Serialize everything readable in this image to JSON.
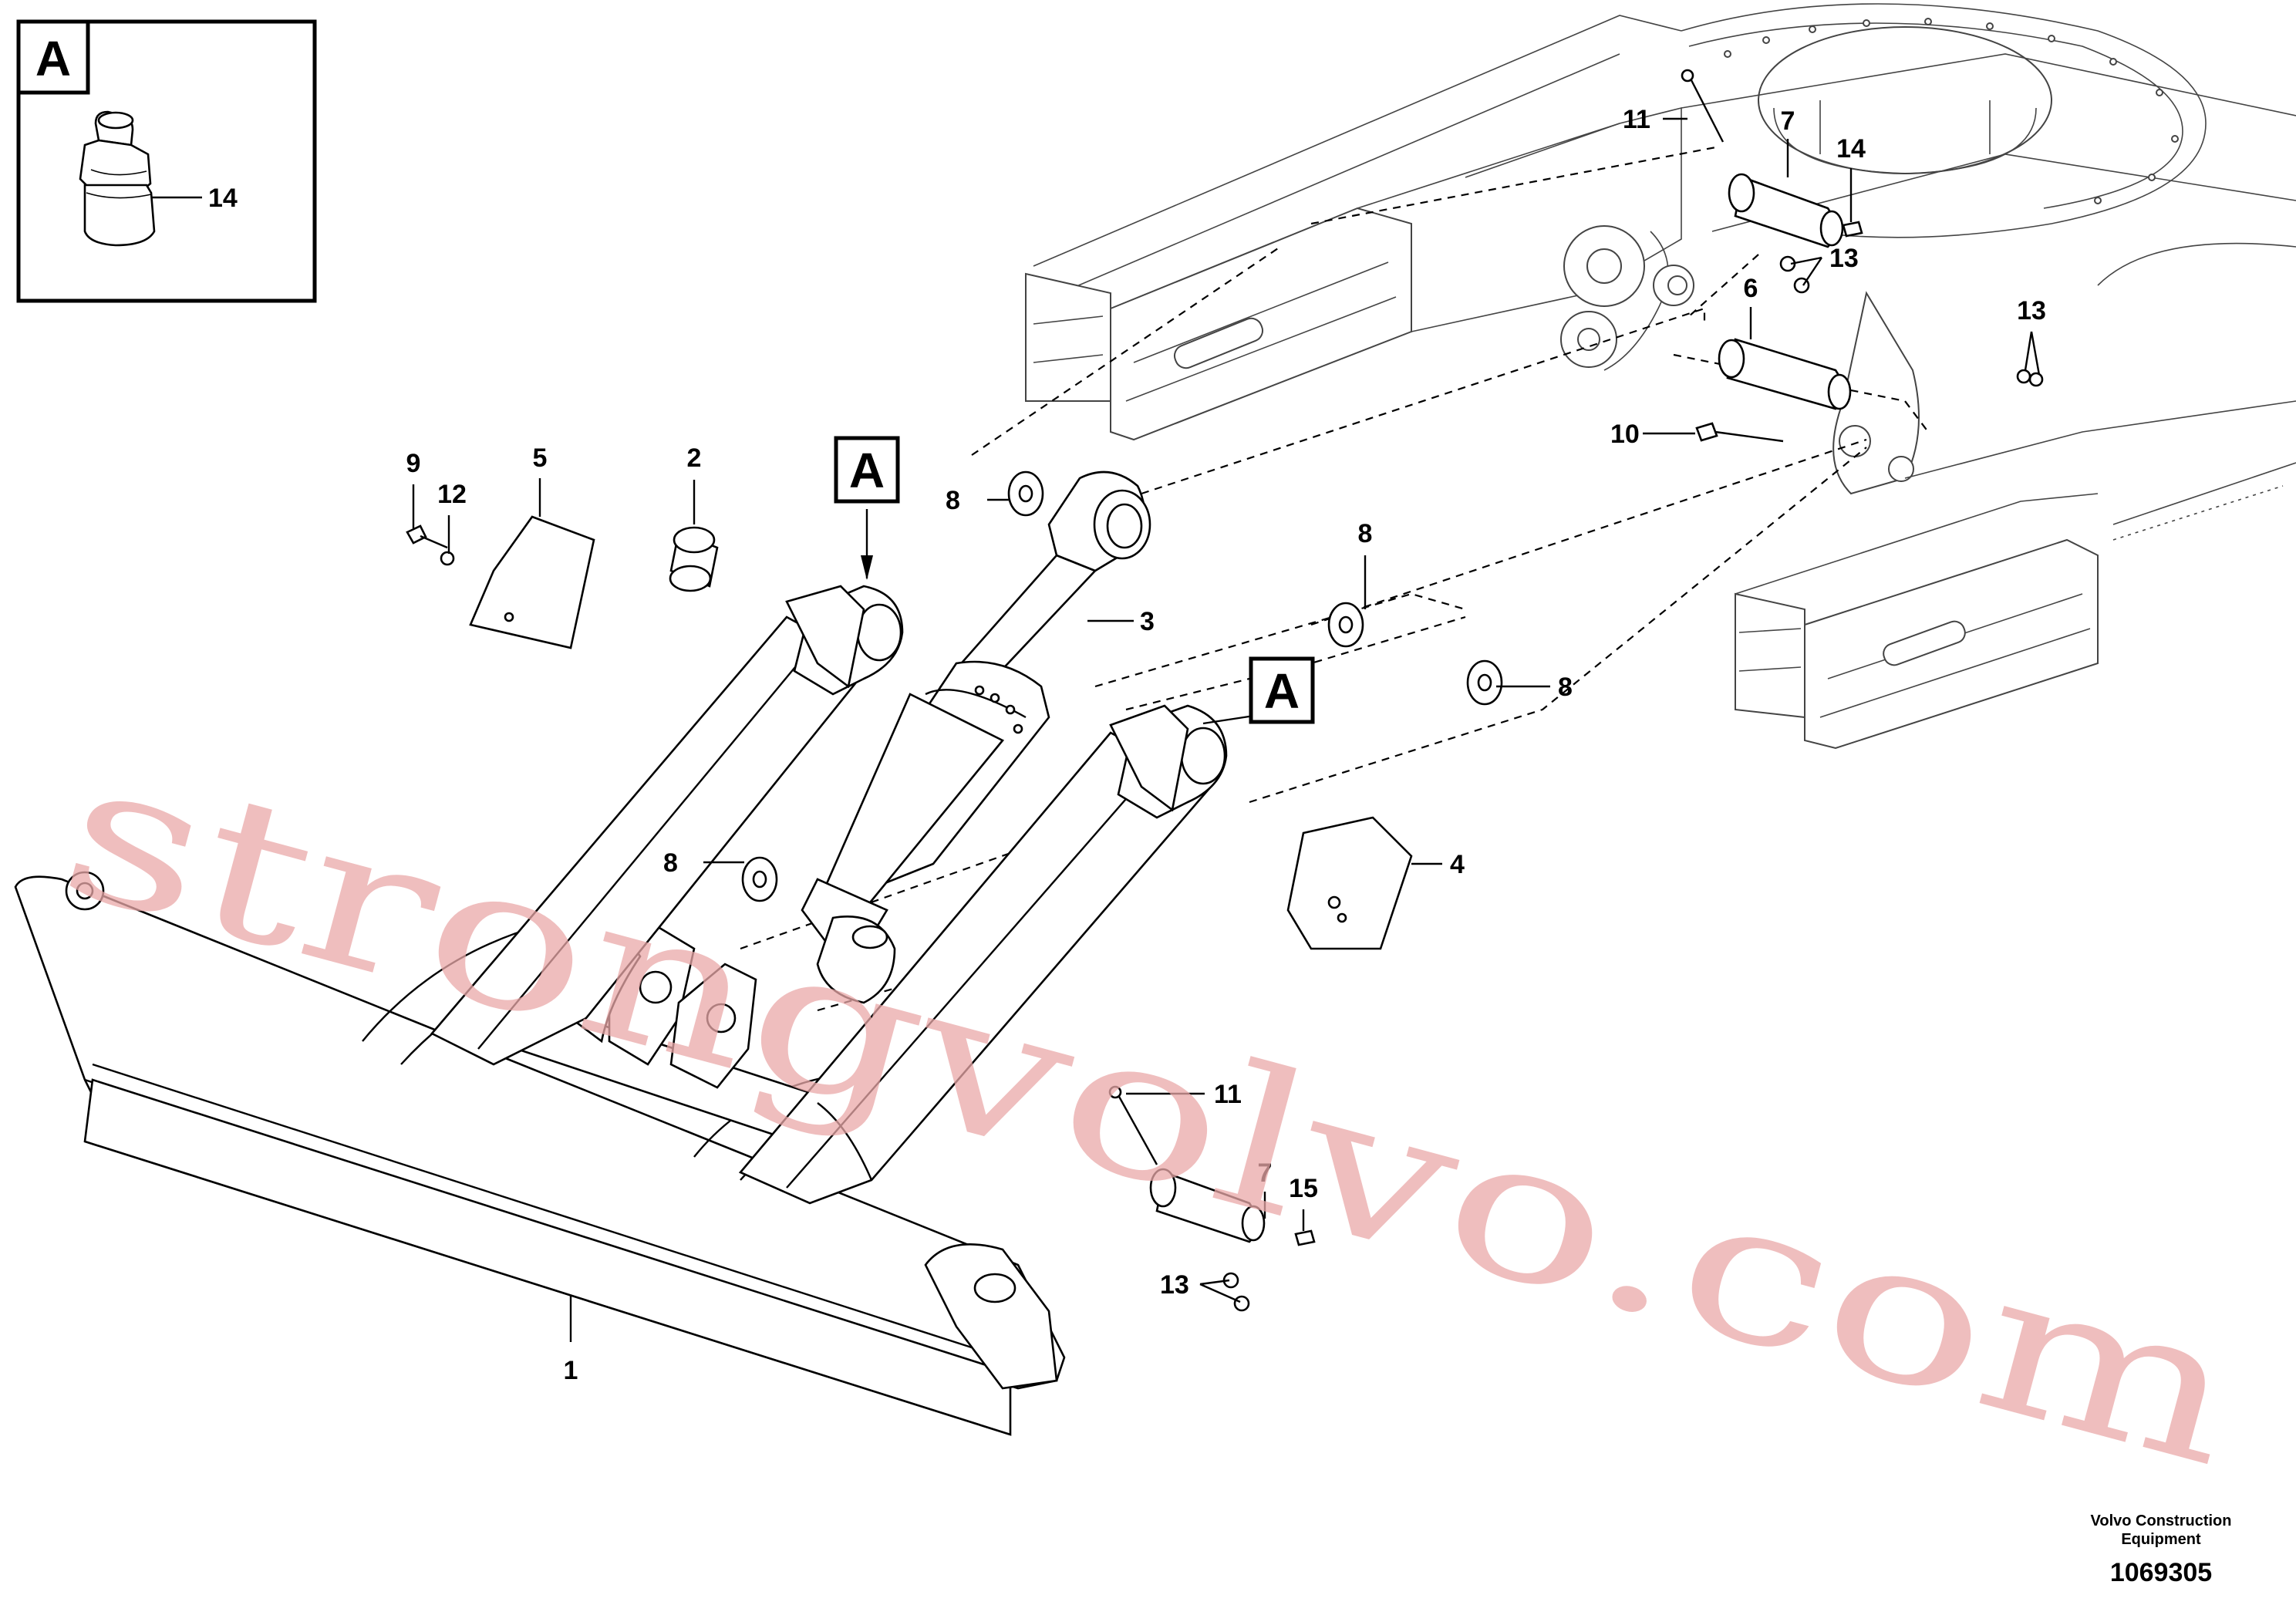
{
  "detail_box": {
    "letter": "A",
    "callout": "14"
  },
  "markers": {
    "a1": "A",
    "a2": "A"
  },
  "callouts": {
    "c1": "1",
    "c2": "2",
    "c3": "3",
    "c4": "4",
    "c5": "5",
    "c6": "6",
    "c7a": "7",
    "c7b": "7",
    "c8a": "8",
    "c8b": "8",
    "c8c": "8",
    "c8d": "8",
    "c9": "9",
    "c10": "10",
    "c11a": "11",
    "c11b": "11",
    "c12": "12",
    "c13a": "13",
    "c13b": "13",
    "c13c": "13",
    "c14": "14",
    "c15": "15"
  },
  "watermark": "strongvolvo.com",
  "credit": {
    "line1": "Volvo Construction",
    "line2": "Equipment",
    "number": "1069305"
  }
}
